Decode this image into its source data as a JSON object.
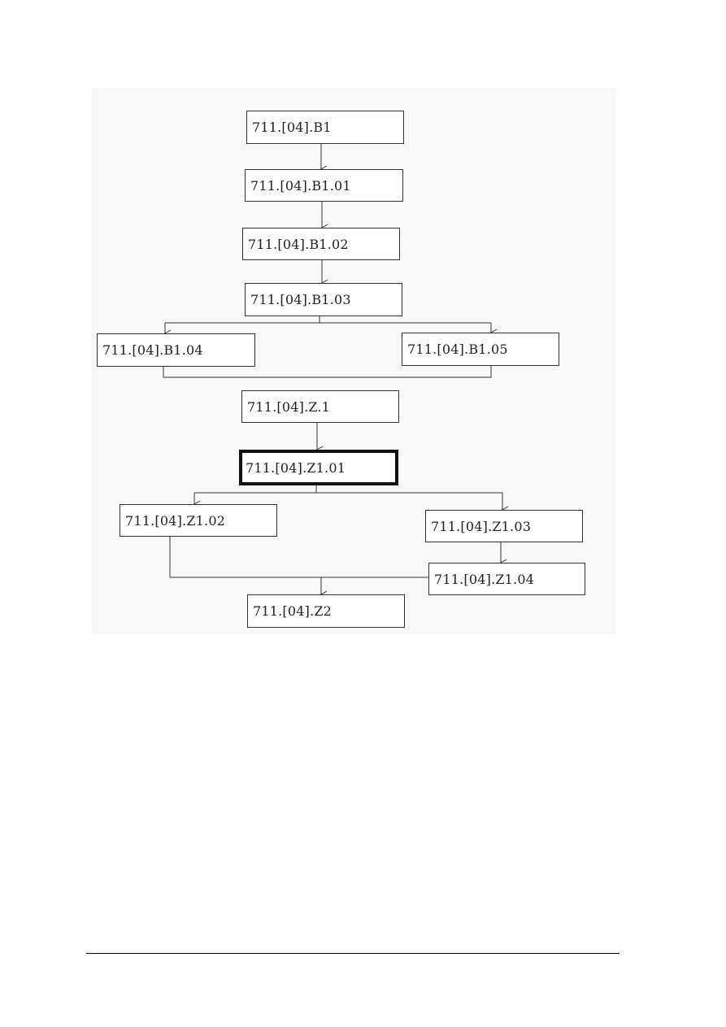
{
  "diagram": {
    "nodes": [
      {
        "id": "b1",
        "label": "711.[04].B1"
      },
      {
        "id": "b1_01",
        "label": "711.[04].B1.01"
      },
      {
        "id": "b1_02",
        "label": "711.[04].B1.02"
      },
      {
        "id": "b1_03",
        "label": "711.[04].B1.03"
      },
      {
        "id": "b1_04",
        "label": "711.[04].B1.04"
      },
      {
        "id": "b1_05",
        "label": "711.[04].B1.05"
      },
      {
        "id": "z1",
        "label": "711.[04].Z.1"
      },
      {
        "id": "z1_01",
        "label": "711.[04].Z1.01",
        "current": true
      },
      {
        "id": "z1_02",
        "label": "711.[04].Z1.02"
      },
      {
        "id": "z1_03",
        "label": "711.[04].Z1.03"
      },
      {
        "id": "z1_04",
        "label": "711.[04].Z1.04"
      },
      {
        "id": "z2",
        "label": "711.[04].Z2"
      }
    ],
    "edges": [
      {
        "from": "b1",
        "to": "b1_01"
      },
      {
        "from": "b1_01",
        "to": "b1_02"
      },
      {
        "from": "b1_02",
        "to": "b1_03"
      },
      {
        "from": "b1_03",
        "to": "b1_04"
      },
      {
        "from": "b1_03",
        "to": "b1_05"
      },
      {
        "from": "z1",
        "to": "z1_01"
      },
      {
        "from": "z1_01",
        "to": "z1_02"
      },
      {
        "from": "z1_01",
        "to": "z1_03"
      },
      {
        "from": "z1_03",
        "to": "z1_04"
      },
      {
        "from": "z1_02",
        "to": "z2"
      },
      {
        "from": "z1_04",
        "to": "z2"
      }
    ],
    "colors": {
      "line": "#333333",
      "current_border": "#111111",
      "background": "#f8f8f8"
    }
  }
}
